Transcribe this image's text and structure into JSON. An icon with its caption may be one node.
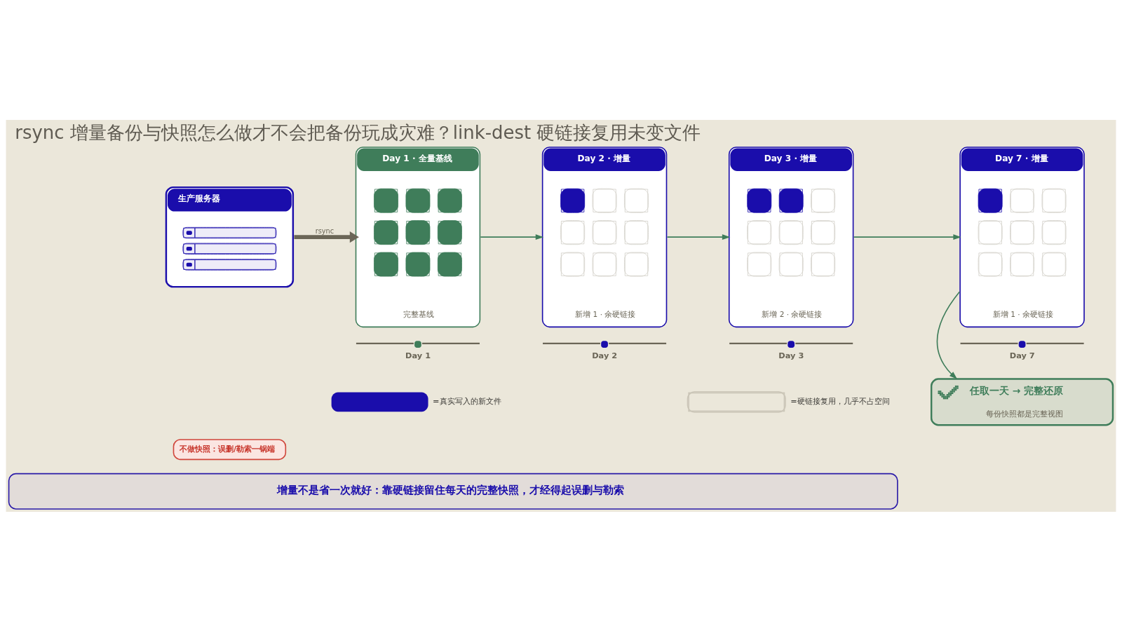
{
  "diagram": {
    "title": "rsync 增量备份与快照怎么做才不会把备份玩成灾难？link-dest 硬链接复用未变文件",
    "nodes": [
      {
        "text": [
          "生产服务器"
        ]
      },
      {
        "text": [
          "Day 1 · 全量基线",
          "完整基线"
        ]
      },
      {
        "text": [
          "Day 2 · 增量",
          "新增 1 · 余硬链接"
        ]
      },
      {
        "text": [
          "Day 3 · 增量",
          "新增 2 · 余硬链接"
        ]
      },
      {
        "text": [
          "Day 7 · 增量",
          "新增 1 · 余硬链接"
        ]
      },
      {
        "text": [
          "任取一天 → 完整还原",
          "每份快照都是完整视图"
        ]
      },
      {
        "text": [
          "不做快照：误删/勒索一锅端"
        ]
      },
      {
        "text": [
          "增量不是省一次就好：靠硬链接留住每天的完整快照，才经得起误删与勒索"
        ]
      }
    ],
    "edges": [
      {
        "from": 0,
        "to": 1,
        "arrow": "to",
        "label": "rsync",
        "style": "thick",
        "color": "#6b6657"
      },
      {
        "from": 1,
        "to": 2,
        "arrow": "to"
      },
      {
        "from": 2,
        "to": 3,
        "arrow": "to"
      },
      {
        "from": 3,
        "to": 4,
        "arrow": "to"
      },
      {
        "from": 4,
        "to": 5,
        "arrow": "to"
      }
    ],
    "labels": [
      "Day 1",
      "Day 2",
      "Day 3",
      "Day 7"
    ],
    "legend": [
      {
        "text": "=真实写入的新文件",
        "color": "#1a0dab"
      },
      {
        "text": "=硬链接复用，几乎不占空间"
      }
    ]
  }
}
